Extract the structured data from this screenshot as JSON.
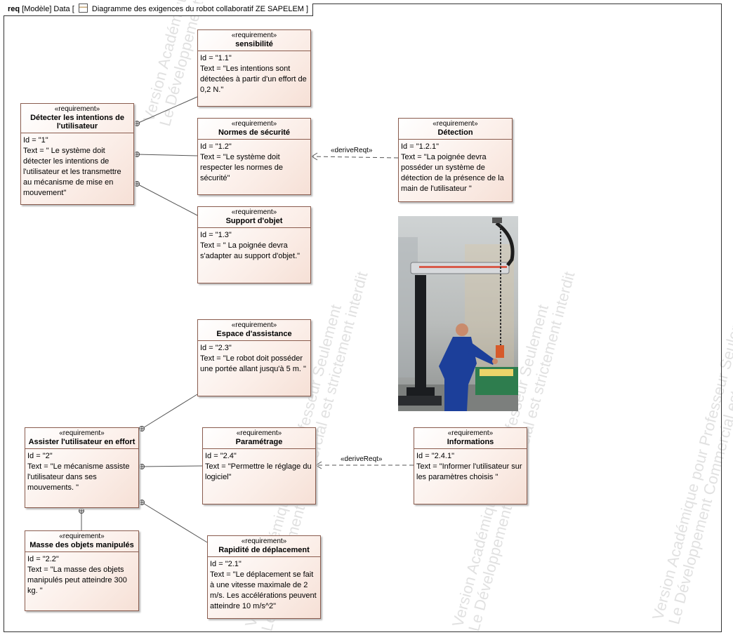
{
  "frame": {
    "kind": "req",
    "model": "[Modèle] Data [",
    "diagram_name": "Diagramme des exigences du robot collaboratif ZE SAPELEM",
    "close": "]"
  },
  "watermark": {
    "line1": "Version Académique pour Professeur Seulement",
    "line2": "Le Développement Commercial est strictement interdit"
  },
  "requirements": {
    "r1": {
      "stereotype": "«requirement»",
      "name": "Détecter les intentions de l'utilisateur",
      "id": "Id = \"1\"",
      "text": "Text = \" Le système doit détecter les intentions de l'utilisateur et les transmettre au mécanisme de mise en mouvement\""
    },
    "r11": {
      "stereotype": "«requirement»",
      "name": "sensibilité",
      "id": "Id = \"1.1\"",
      "text": "Text = \"Les intentions sont détectées à partir d'un effort de 0,2 N.\""
    },
    "r12": {
      "stereotype": "«requirement»",
      "name": "Normes de sécurité",
      "id": "Id = \"1.2\"",
      "text": "Text = \"Le système doit respecter les normes de sécurité\""
    },
    "r121": {
      "stereotype": "«requirement»",
      "name": "Détection",
      "id": "Id = \"1.2.1\"",
      "text": "Text = \"La poignée devra posséder un système de détection de la présence de la main de l'utilisateur \""
    },
    "r13": {
      "stereotype": "«requirement»",
      "name": "Support d'objet",
      "id": "Id = \"1.3\"",
      "text": "Text = \" La poignée devra s'adapter au support d'objet.\""
    },
    "r23": {
      "stereotype": "«requirement»",
      "name": "Espace d'assistance",
      "id": "Id = \"2.3\"",
      "text": "Text = \"Le robot doit posséder une portée allant jusqu'à 5 m. \""
    },
    "r2": {
      "stereotype": "«requirement»",
      "name": "Assister l'utilisateur en effort",
      "id": "Id = \"2\"",
      "text": "Text = \"Le mécanisme assiste l'utilisateur dans ses mouvements. \""
    },
    "r24": {
      "stereotype": "«requirement»",
      "name": "Paramétrage",
      "id": "Id = \"2.4\"",
      "text": "Text = \"Permettre le réglage du logiciel\""
    },
    "r241": {
      "stereotype": "«requirement»",
      "name": "Informations",
      "id": "Id = \"2.4.1\"",
      "text": "Text = \"Informer l'utilisateur sur les paramètres choisis \""
    },
    "r22": {
      "stereotype": "«requirement»",
      "name": "Masse des objets manipulés",
      "id": "Id = \"2.2\"",
      "text": "Text = \"La masse des objets manipulés peut atteindre 300 kg. \""
    },
    "r21": {
      "stereotype": "«requirement»",
      "name": "Rapidité de déplacement",
      "id": "Id = \"2.1\"",
      "text": "Text = \"Le déplacement se fait à une vitesse maximale de 2 m/s. Les accélérations peuvent atteindre 10 m/s^2\""
    }
  },
  "relations": {
    "derive1": "«deriveReqt»",
    "derive2": "«deriveReqt»"
  },
  "colors": {
    "box_border": "#8a5c4e",
    "box_fill": "#fbeee8",
    "line": "#555555",
    "watermark": "#c9c9c9"
  }
}
